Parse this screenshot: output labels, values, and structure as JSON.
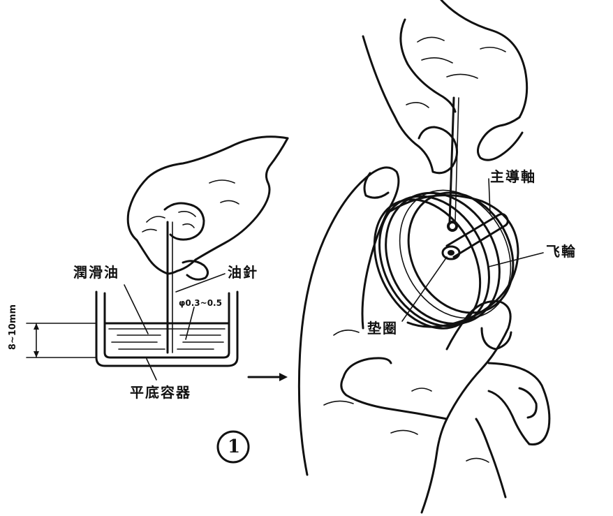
{
  "labels": {
    "lubricant": "潤滑油",
    "oil_needle": "油針",
    "needle_diameter": "φ0.3~0.5",
    "depth": "8~10mm",
    "flat_container": "平底容器",
    "main_shaft": "主導軸",
    "flywheel": "飞輪",
    "washer": "垫圈",
    "step_number": "1"
  },
  "colors": {
    "ink": "#111111",
    "paper": "#ffffff"
  }
}
